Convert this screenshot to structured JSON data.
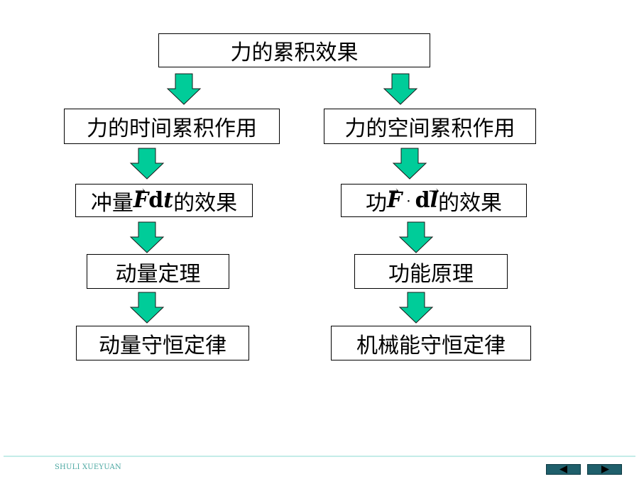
{
  "root": {
    "label": "力的累积效果"
  },
  "left": {
    "level1": "力的时间累积作用",
    "level2": {
      "prefix": "冲量",
      "vector": "F",
      "d": "d",
      "var": "t",
      "suffix": "的效果"
    },
    "level3": "动量定理",
    "level4": "动量守恒定律"
  },
  "right": {
    "level1": "力的空间累积作用",
    "level2": {
      "prefix": "功",
      "vector": "F",
      "dot": "·",
      "d": "d",
      "var": "l",
      "suffix": "的效果"
    },
    "level3": "功能原理",
    "level4": "机械能守恒定律"
  },
  "footer": {
    "text": "SHULI XUEYUAN"
  },
  "colors": {
    "arrow_fill": "#00cc99",
    "arrow_stroke": "#1a1a1a",
    "nav": "#1f5f6b"
  },
  "icons": {
    "prev": "triangle-left-icon",
    "next": "triangle-right-icon"
  }
}
